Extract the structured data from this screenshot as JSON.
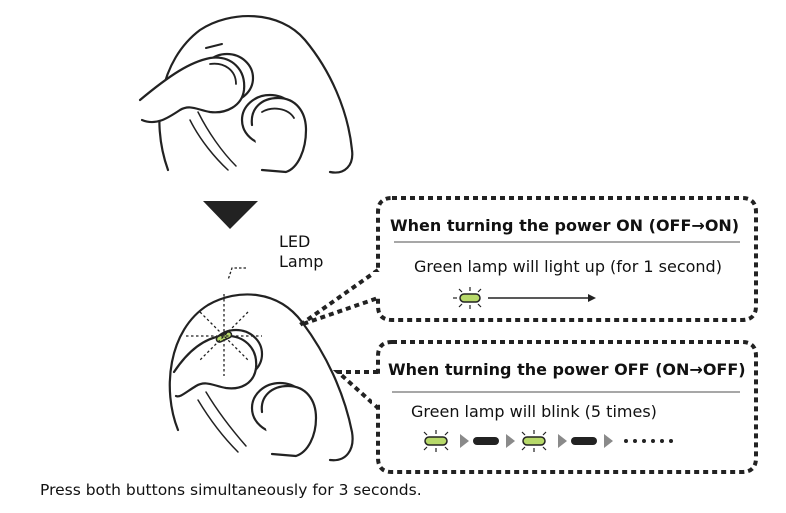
{
  "led_label": [
    "LED",
    "Lamp"
  ],
  "power_on": {
    "title": "When turning the power ON (OFF→ON)",
    "description": "Green lamp will light up (for 1 second)"
  },
  "power_off": {
    "title": "When turning the power OFF (ON→OFF)",
    "description": "Green lamp will blink (5 times)",
    "blinks": 5
  },
  "caption": "Press both buttons simultaneously for 3 seconds.",
  "colors": {
    "lamp_on": "#b7d96a",
    "lamp_off": "#222222",
    "arrow_gray": "#8a8a8a",
    "line": "#222222"
  }
}
